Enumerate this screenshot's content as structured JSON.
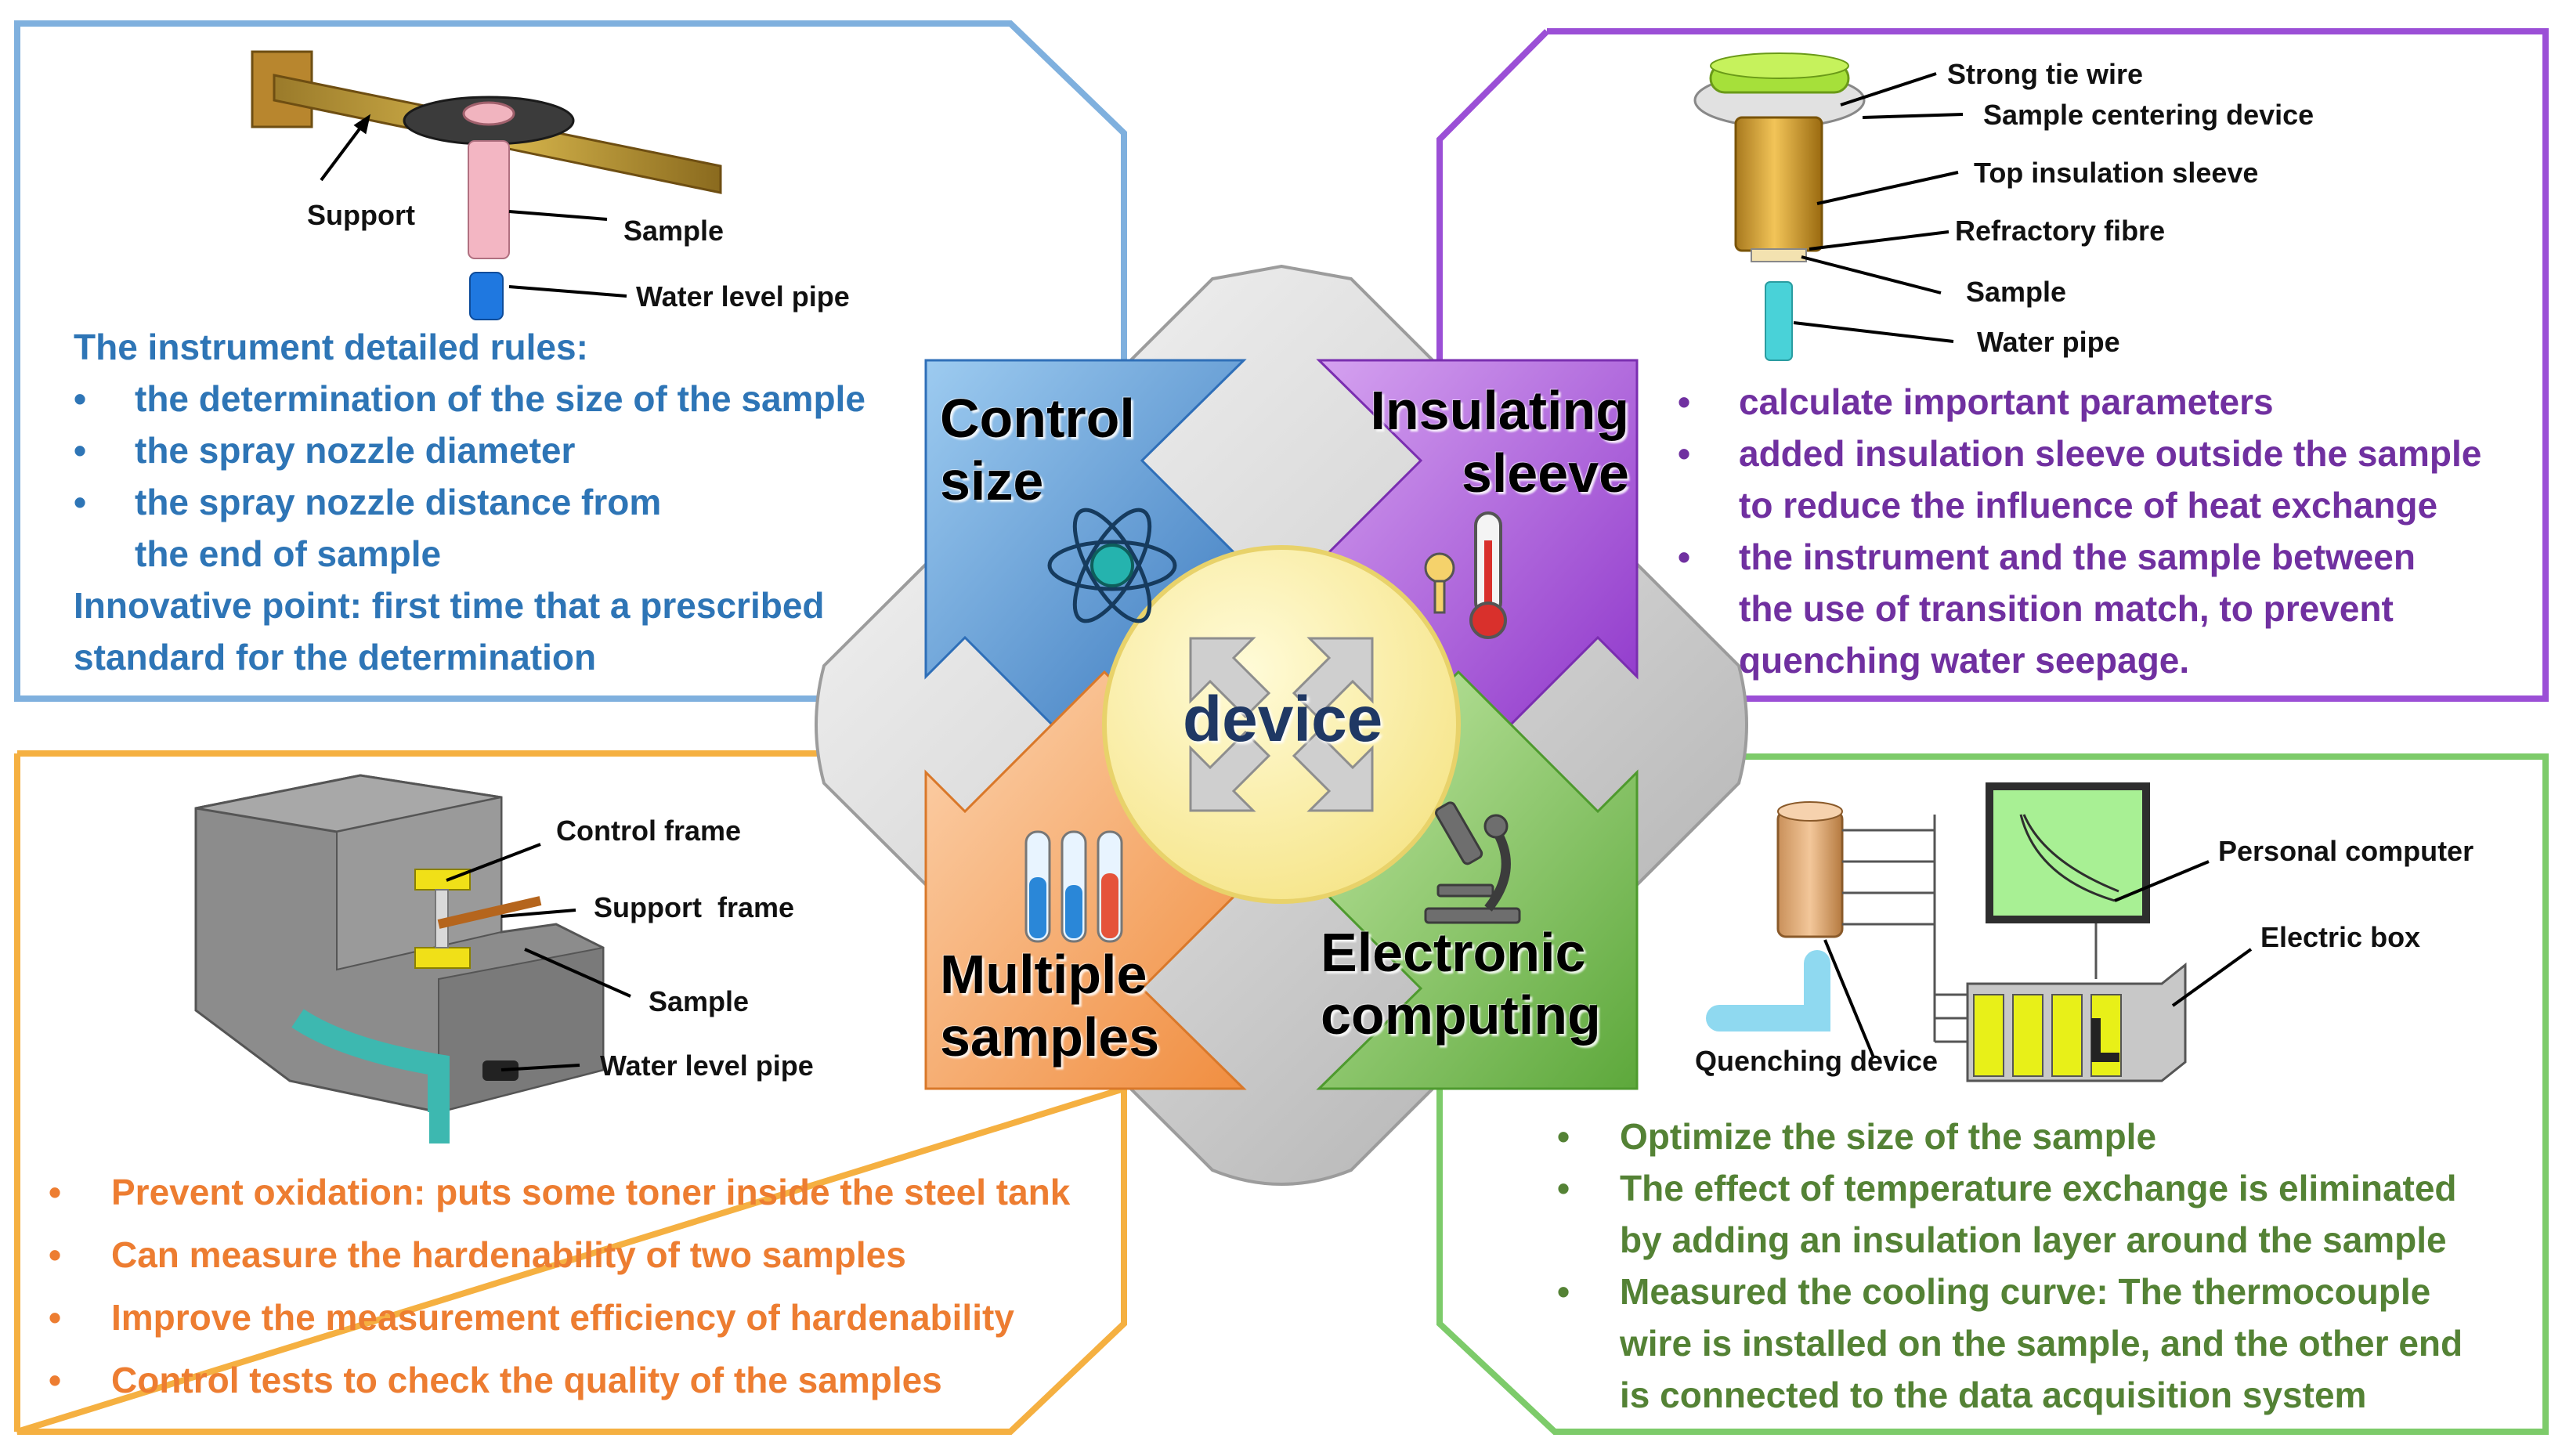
{
  "center": {
    "label": "device",
    "icon": "arrows-expand-icon"
  },
  "quadrants": {
    "top_left": {
      "title_line1": "Control",
      "title_line2": "size",
      "icon": "atom-icon",
      "color": "#4F97D8"
    },
    "top_right": {
      "title_line1": "Insulating",
      "title_line2": "sleeve",
      "icon": "thermometer-icon",
      "color": "#9B4FD6"
    },
    "bottom_left": {
      "title_line1": "Multiple",
      "title_line2": "samples",
      "icon": "test-tubes-icon",
      "color": "#F4A460"
    },
    "bottom_right": {
      "title_line1": "Electronic",
      "title_line2": "computing",
      "icon": "microscope-icon",
      "color": "#7FBF5A"
    }
  },
  "panel_top_left": {
    "border_color": "#7FB0DE",
    "labels": {
      "support": "Support",
      "sample": "Sample",
      "water_level_pipe": "Water level pipe"
    },
    "heading": "The instrument detailed rules:",
    "bullets": [
      "the determination of the size of the sample",
      "the spray nozzle diameter",
      "the spray nozzle distance from"
    ],
    "bullet3_cont": "the end of sample",
    "innovation_line1": "Innovative point: first time that a prescribed",
    "innovation_line2": "standard for the determination"
  },
  "panel_top_right": {
    "border_color": "#9B4FD6",
    "labels": {
      "strong_tie_wire": "Strong tie wire",
      "sample_centering": "Sample centering device",
      "top_insulation": "Top insulation sleeve",
      "refractory": "Refractory fibre",
      "sample": "Sample",
      "water_pipe": "Water pipe"
    },
    "bullet1": "calculate important parameters",
    "bullet2_line1": "added insulation sleeve outside the sample",
    "bullet2_line2": "to reduce the influence of heat exchange",
    "bullet3_line1": "the instrument and the sample between",
    "bullet3_line2": "the use of transition match, to prevent",
    "bullet3_line3": "quenching water seepage."
  },
  "panel_bottom_left": {
    "border_color": "#F5B041",
    "labels": {
      "control_frame": "Control frame",
      "support_frame": "Support  frame",
      "sample": "Sample",
      "water_level_pipe": "Water level pipe"
    },
    "bullets": [
      "Prevent oxidation: puts some toner inside the steel tank",
      "Can measure the hardenability of two samples",
      "Improve the measurement efficiency of hardenability",
      "Control tests to check the quality of the samples"
    ]
  },
  "panel_bottom_right": {
    "border_color": "#7DCB6A",
    "labels": {
      "personal_computer": "Personal computer",
      "electric_box": "Electric box",
      "quenching_device": "Quenching device"
    },
    "bullet1": "Optimize the size of the sample",
    "bullet2_line1": "The effect of temperature exchange is eliminated",
    "bullet2_line2": "by adding an insulation layer around the sample",
    "bullet3_line1": "Measured the cooling curve: The thermocouple",
    "bullet3_line2": "wire is installed on the sample, and the other end",
    "bullet3_line3": "is connected to the data acquisition system"
  },
  "bullet_glyph": "•"
}
